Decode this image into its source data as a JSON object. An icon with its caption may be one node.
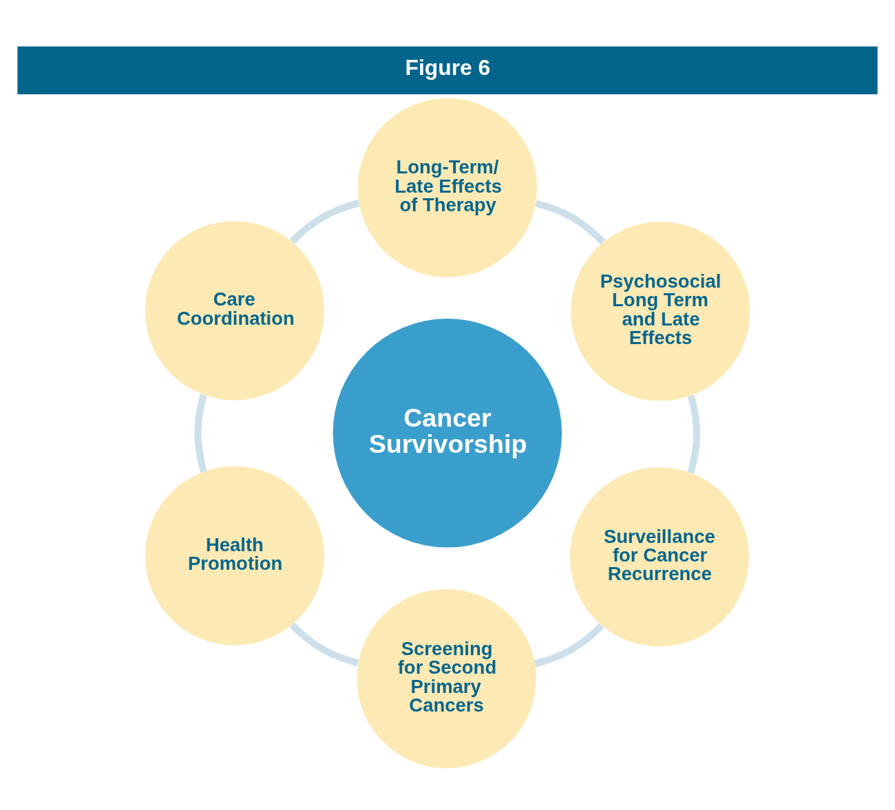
{
  "diagram": {
    "title": "Figure 6",
    "nodes": [
      {
        "text": [
          "Long-Term/ Late Effects of Therapy"
        ]
      },
      {
        "text": [
          "Care Coordination"
        ]
      },
      {
        "text": [
          "Psychosocial Long Term and Late Effects"
        ]
      },
      {
        "text": [
          "Cancer Survivorship"
        ]
      },
      {
        "text": [
          "Health Promotion"
        ]
      },
      {
        "text": [
          "Surveillance for Cancer Recurrence"
        ]
      },
      {
        "text": [
          "Screening for Second Primary Cancers"
        ]
      }
    ],
    "edges": [
      {
        "from": 0,
        "to": 2,
        "arrow": "none"
      },
      {
        "from": 2,
        "to": 5,
        "arrow": "none"
      },
      {
        "from": 5,
        "to": 6,
        "arrow": "none"
      },
      {
        "from": 6,
        "to": 4,
        "arrow": "none"
      },
      {
        "from": 4,
        "to": 1,
        "arrow": "none"
      },
      {
        "from": 1,
        "to": 0,
        "arrow": "none"
      }
    ]
  }
}
